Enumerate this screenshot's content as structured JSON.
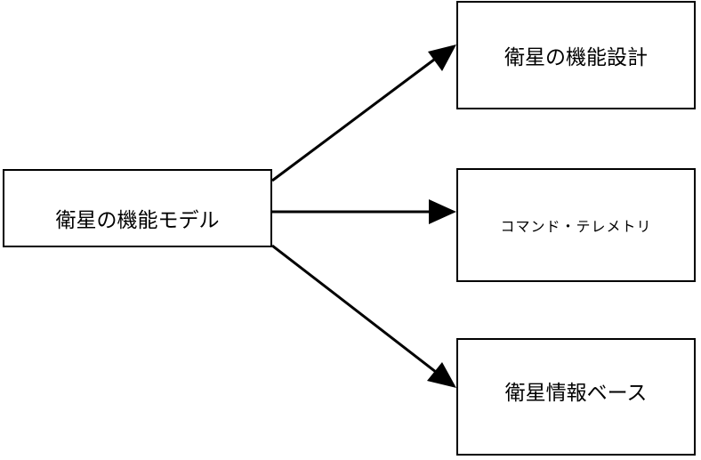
{
  "diagram": {
    "source": {
      "label": "衛星の機能モデル"
    },
    "targets": [
      {
        "label": "衛星の機能設計"
      },
      {
        "label": "コマンド・テレメトリ"
      },
      {
        "label": "衛星情報ベース"
      }
    ],
    "colors": {
      "stroke": "#000000",
      "fill": "#ffffff",
      "text": "#000000"
    }
  }
}
